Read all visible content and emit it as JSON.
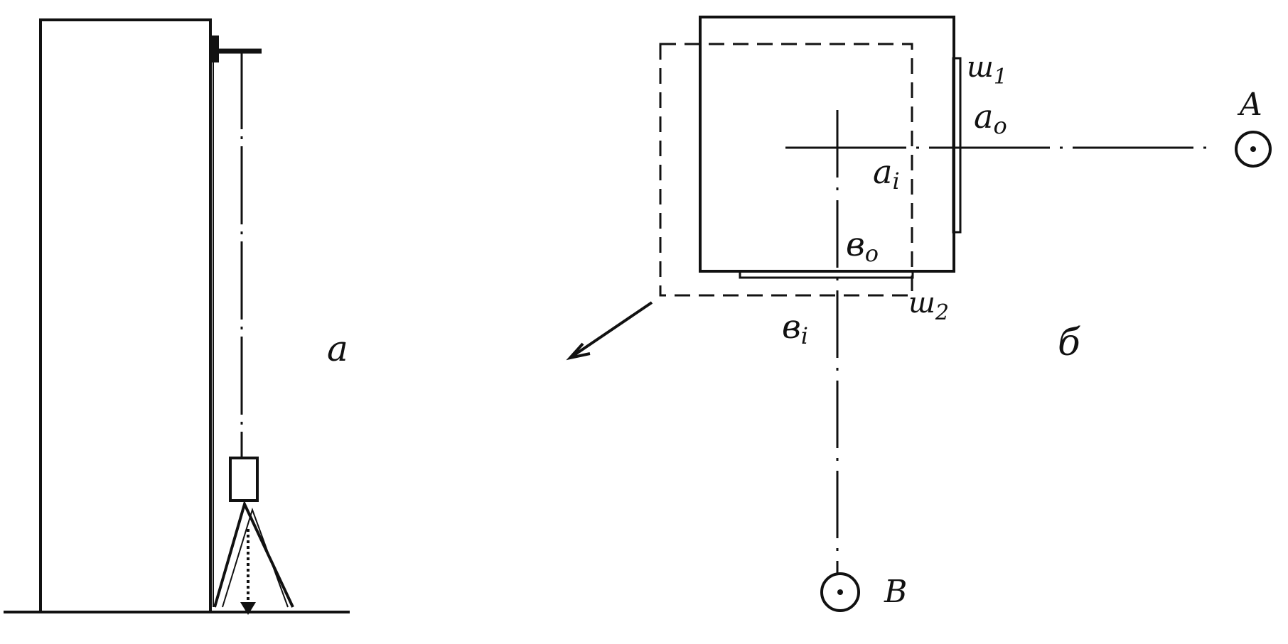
{
  "panel_a": {
    "label": "a"
  },
  "panel_b": {
    "label": "б",
    "point_A": "A",
    "point_B": "B",
    "a0": "a",
    "a0_sub": "o",
    "ai": "a",
    "ai_sub": "i",
    "b0": "в",
    "b0_sub": "o",
    "bi": "в",
    "bi_sub": "i",
    "scale1": "ш",
    "scale1_sub": "1",
    "scale2": "ш",
    "scale2_sub": "2"
  },
  "colors": {
    "ink": "#111111",
    "paper": "#ffffff"
  }
}
